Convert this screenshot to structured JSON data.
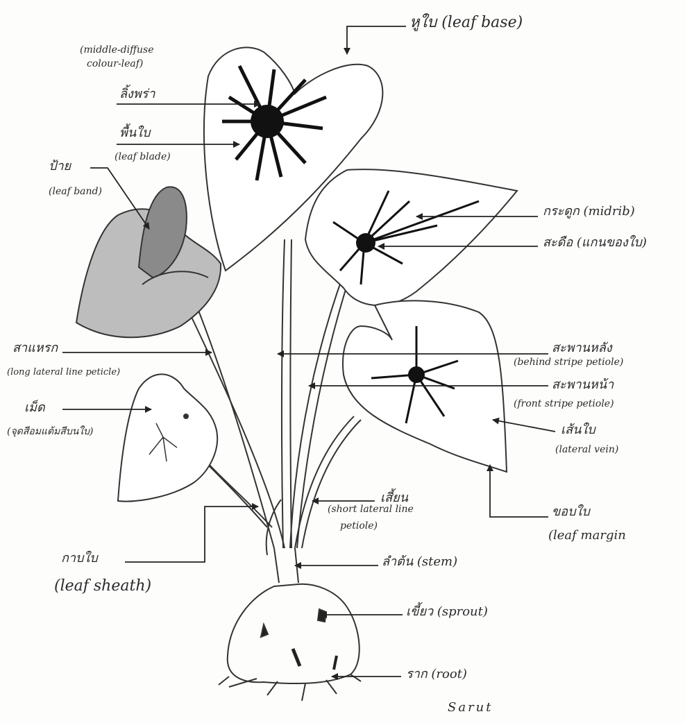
{
  "labels": {
    "leaf_base": "หูใบ (leaf base)",
    "middle_diffuse": "(middle-diffuse",
    "colour_leaf": "colour-leaf)",
    "lingpra": "ลิ้งพร่า",
    "leaf_blade_th": "พื้นใบ",
    "leaf_blade_en": "(leaf blade)",
    "leaf_band_th": "ป้าย",
    "leaf_band_en": "(leaf band)",
    "midrib": "กระดูก (midrib)",
    "satue": "สะดือ (แกนของใบ)",
    "long_lateral_th": "สาแหรก",
    "long_lateral_en": "(long lateral line peticle)",
    "met_th": "เม็ด",
    "met_en": "(จุดสีอมแต้มสีบนใบ)",
    "behind_stripe_th": "สะพานหลัง",
    "behind_stripe_en": "(behind stripe petiole)",
    "front_stripe_th": "สะพานหน้า",
    "front_stripe_en": "(front stripe petiole)",
    "lateral_vein_th": "เส้นใบ",
    "lateral_vein_en": "(lateral vein)",
    "short_lateral_th": "เสี้ยน",
    "short_lateral_en1": "(short lateral line",
    "short_lateral_en2": "petiole)",
    "leaf_margin_th": "ขอบใบ",
    "leaf_margin_en": "(leaf margin",
    "leaf_sheath_th": "กาบใบ",
    "leaf_sheath_en": "(leaf sheath)",
    "stem": "ลำต้น (stem)",
    "sprout": "เขี้ยว (sprout)",
    "root": "ราก (root)",
    "signature": "Sarut"
  }
}
